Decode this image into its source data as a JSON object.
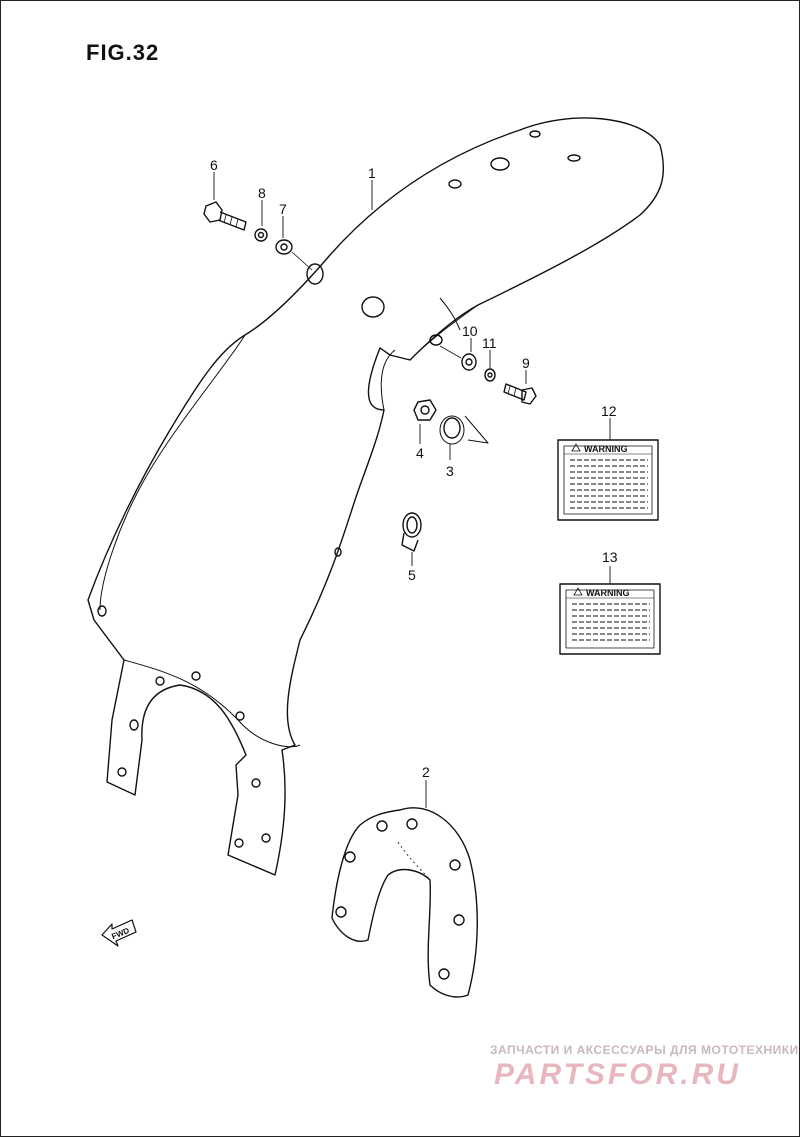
{
  "figure": {
    "title": "FIG.32"
  },
  "parts": [
    {
      "num": "1"
    },
    {
      "num": "2"
    },
    {
      "num": "3"
    },
    {
      "num": "4"
    },
    {
      "num": "5"
    },
    {
      "num": "6"
    },
    {
      "num": "7"
    },
    {
      "num": "8"
    },
    {
      "num": "9"
    },
    {
      "num": "10"
    },
    {
      "num": "11"
    },
    {
      "num": "12"
    },
    {
      "num": "13"
    }
  ],
  "labels": {
    "warning_12": "WARNING",
    "warning_13": "WARNING",
    "fwd": "FWD"
  },
  "watermark": {
    "line1": "ЗАПЧАСТИ И АКСЕССУАРЫ ДЛЯ МОТОТЕХНИКИ",
    "line2": "PARTSFOR.RU"
  }
}
